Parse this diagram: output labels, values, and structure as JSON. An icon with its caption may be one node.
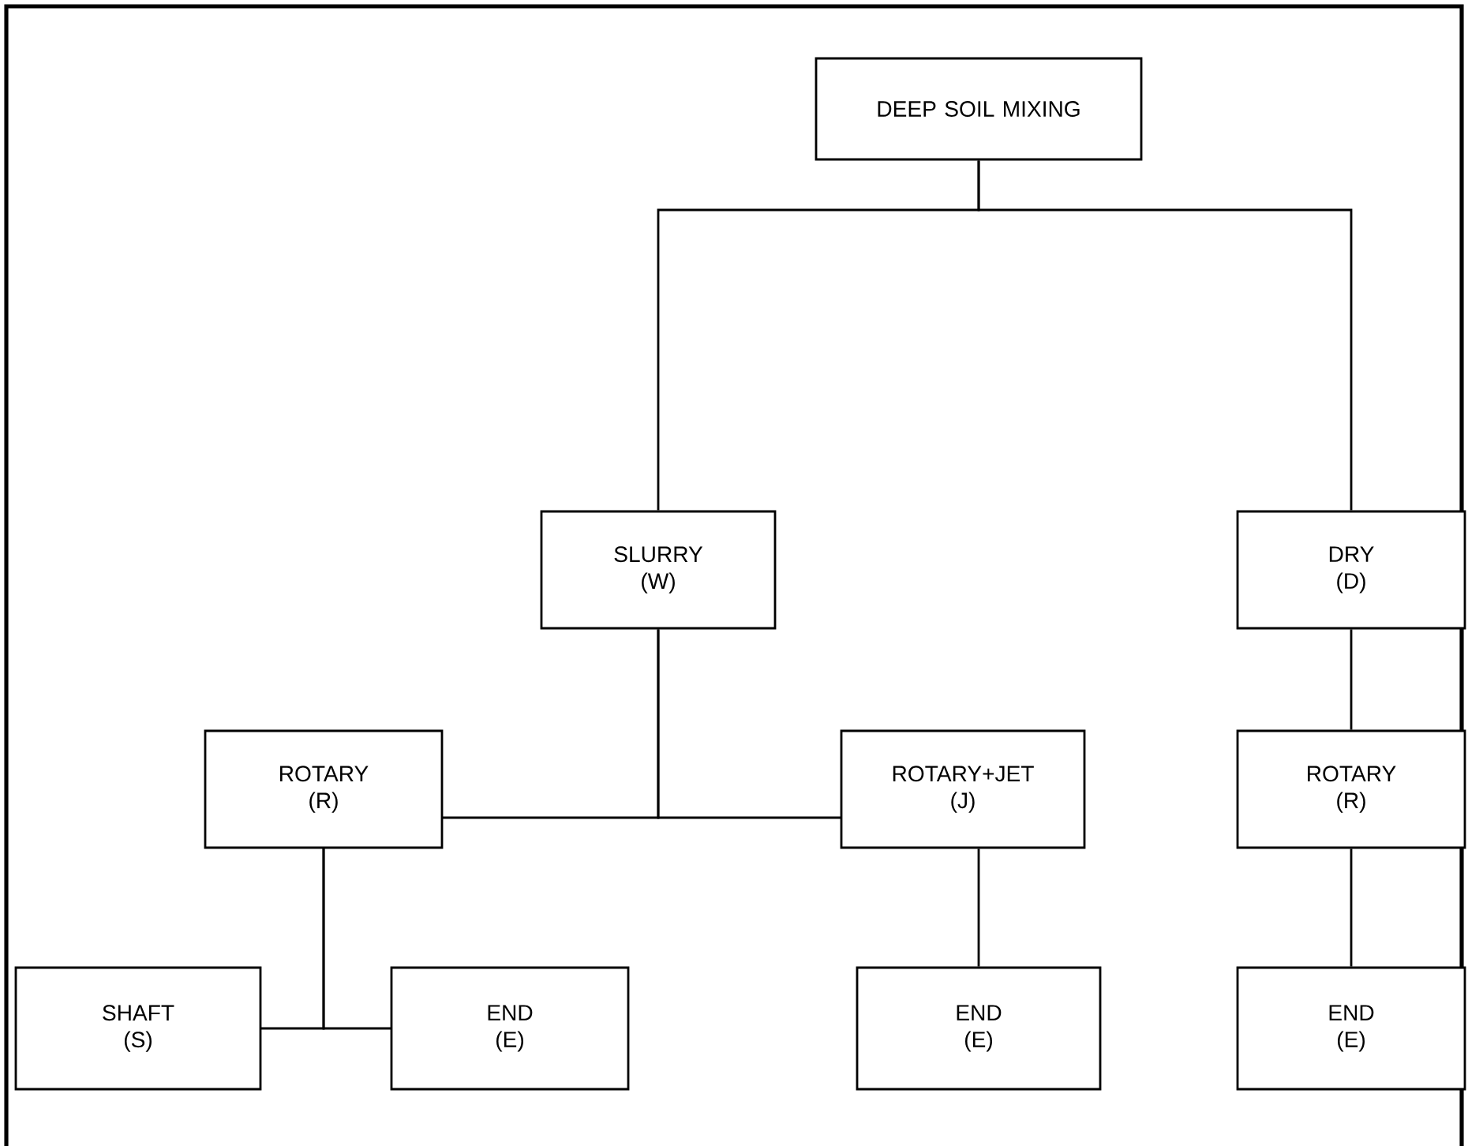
{
  "diagram": {
    "nodes": [
      {
        "text": [
          "DEEP SOIL MIXING"
        ]
      },
      {
        "text": [
          "SLURRY (W)"
        ]
      },
      {
        "text": [
          "DRY (D)"
        ]
      },
      {
        "text": [
          "ROTARY (R)"
        ]
      },
      {
        "text": [
          "ROTARY+JET (J)"
        ]
      },
      {
        "text": [
          "ROTARY (R)"
        ]
      },
      {
        "text": [
          "SHAFT (S)"
        ]
      },
      {
        "text": [
          "END (E)"
        ]
      },
      {
        "text": [
          "END (E)"
        ]
      },
      {
        "text": [
          "END (E)"
        ]
      }
    ],
    "edges": [
      {
        "from": 0,
        "to": 1,
        "arrow": "none"
      },
      {
        "from": 0,
        "to": 2,
        "arrow": "none"
      },
      {
        "from": 1,
        "to": 3,
        "arrow": "none"
      },
      {
        "from": 1,
        "to": 4,
        "arrow": "none"
      },
      {
        "from": 2,
        "to": 5,
        "arrow": "none"
      },
      {
        "from": 3,
        "to": 6,
        "arrow": "none"
      },
      {
        "from": 3,
        "to": 7,
        "arrow": "none"
      },
      {
        "from": 4,
        "to": 8,
        "arrow": "none"
      },
      {
        "from": 5,
        "to": 9,
        "arrow": "none"
      }
    ]
  }
}
